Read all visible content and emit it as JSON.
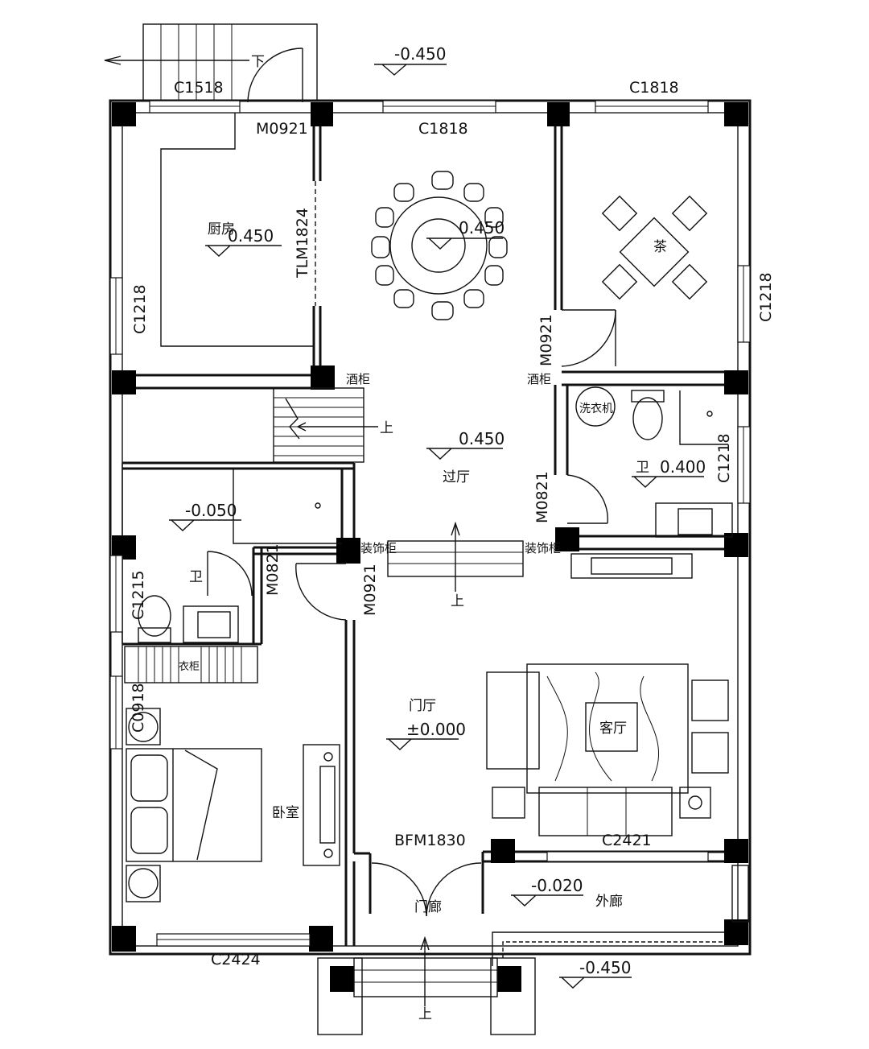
{
  "plan": {
    "window_labels": {
      "c1518": "C1518",
      "c1818_top_right": "C1818",
      "c1818_dining": "C1818",
      "c1218_left": "C1218",
      "c1218_right_top": "C1218",
      "c1218_right_bath": "C1218",
      "c1215": "C1215",
      "c0918": "C0918",
      "c2421": "C2421",
      "c2424": "C2424"
    },
    "door_labels": {
      "m0921_top": "M0921",
      "tlm1824": "TLM1824",
      "m0921_tearoom": "M0921",
      "m0821_bath": "M0821",
      "m0821_wc": "M0821",
      "m0921_bedroom": "M0921",
      "bfm1830": "BFM1830"
    },
    "rooms": {
      "kitchen": "厨房",
      "tea_room": "茶",
      "bath_right": "卫",
      "bath_left": "卫",
      "passage_hall": "过厅",
      "entrance_hall": "门厅",
      "living_room": "客厅",
      "bedroom": "卧室",
      "porch": "门廊",
      "corridor": "外廊",
      "wardrobe": "衣柜",
      "washer": "洗衣机",
      "wine_cabinet_left": "酒柜",
      "wine_cabinet_right": "酒柜",
      "deco_cabinet_left": "装饰柜",
      "deco_cabinet_right": "装饰柜"
    },
    "elevations": {
      "top_outside": "-0.450",
      "kitchen": "0.450",
      "dining": "0.450",
      "passage": "0.450",
      "bath_right": "0.400",
      "bath_left": "-0.050",
      "entrance": "±0.000",
      "porch": "-0.020",
      "bottom_outside": "-0.450"
    },
    "stair_marks": {
      "top_down": "下",
      "stair_up": "上",
      "hall_up": "上",
      "bottom_up": "上"
    }
  }
}
